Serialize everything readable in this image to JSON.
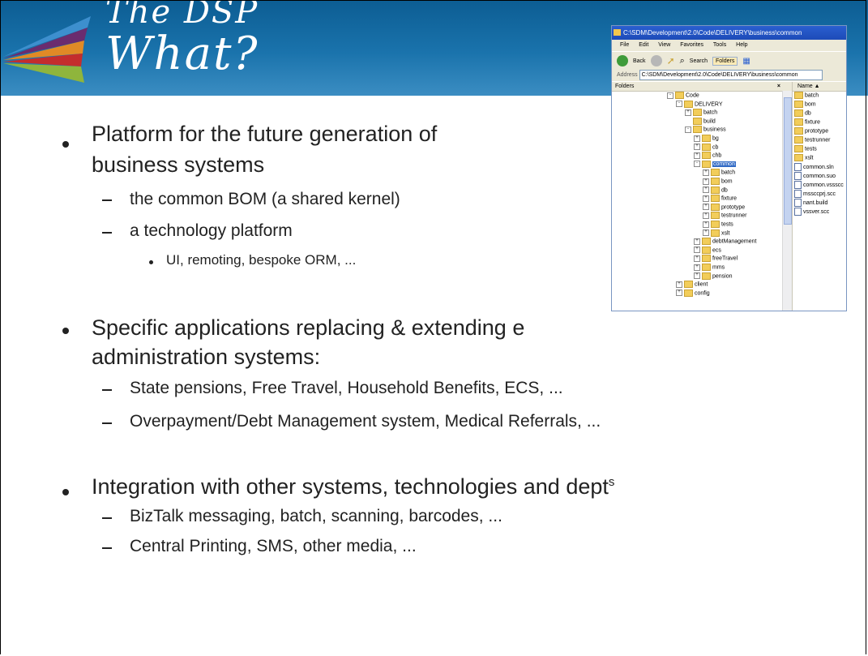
{
  "slide": {
    "title_line1": "The DSP",
    "title_line2": "What?",
    "bullets": [
      {
        "text_line1": "Platform for the future generation of",
        "text_line2": "business systems",
        "sub": [
          "the common BOM (a shared kernel)",
          "a technology platform"
        ],
        "subsub": [
          "UI, remoting, bespoke ORM, ..."
        ]
      },
      {
        "text_line1": "Specific applications replacing & extending e",
        "text_line2": "administration systems:",
        "sub": [
          "State pensions, Free Travel, Household Benefits, ECS, ...",
          "Overpayment/Debt Management system, Medical Referrals, ..."
        ]
      },
      {
        "text_line1": "Integration with other systems, technologies and dept",
        "superscript": "s",
        "sub": [
          "BizTalk messaging, batch, scanning, barcodes, ...",
          "Central Printing, SMS, other media, ..."
        ]
      }
    ]
  },
  "explorer": {
    "window_title": "C:\\SDM\\Development\\2.0\\Code\\DELIVERY\\business\\common",
    "menu": [
      "File",
      "Edit",
      "View",
      "Favorites",
      "Tools",
      "Help"
    ],
    "toolbar": {
      "back": "Back",
      "search": "Search",
      "folders": "Folders"
    },
    "address_label": "Address",
    "address_value": "C:\\SDM\\Development\\2.0\\Code\\DELIVERY\\business\\common",
    "folders_header": "Folders",
    "close_glyph": "×",
    "name_header": "Name ▲",
    "tree": [
      {
        "label": "Code",
        "pm": "-"
      },
      {
        "label": "DELIVERY",
        "pm": "-"
      },
      {
        "label": "batch",
        "pm": "+"
      },
      {
        "label": "build",
        "pm": ""
      },
      {
        "label": "business",
        "pm": "-"
      },
      {
        "label": "bg",
        "pm": "+"
      },
      {
        "label": "cb",
        "pm": "+"
      },
      {
        "label": "chb",
        "pm": "+"
      },
      {
        "label": "common",
        "pm": "-"
      },
      {
        "label": "batch",
        "pm": "+"
      },
      {
        "label": "bom",
        "pm": "+"
      },
      {
        "label": "db",
        "pm": "+"
      },
      {
        "label": "fixture",
        "pm": "+"
      },
      {
        "label": "prototype",
        "pm": "+"
      },
      {
        "label": "testrunner",
        "pm": "+"
      },
      {
        "label": "tests",
        "pm": "+"
      },
      {
        "label": "xslt",
        "pm": "+"
      },
      {
        "label": "debtManagement",
        "pm": "+"
      },
      {
        "label": "ecs",
        "pm": "+"
      },
      {
        "label": "freeTravel",
        "pm": "+"
      },
      {
        "label": "mms",
        "pm": "+"
      },
      {
        "label": "pension",
        "pm": "+"
      },
      {
        "label": "client",
        "pm": "+"
      },
      {
        "label": "config",
        "pm": "+"
      }
    ],
    "files": [
      {
        "name": "batch",
        "kind": "folder"
      },
      {
        "name": "bom",
        "kind": "folder"
      },
      {
        "name": "db",
        "kind": "folder"
      },
      {
        "name": "fixture",
        "kind": "folder"
      },
      {
        "name": "prototype",
        "kind": "folder"
      },
      {
        "name": "testrunner",
        "kind": "folder"
      },
      {
        "name": "tests",
        "kind": "folder"
      },
      {
        "name": "xslt",
        "kind": "folder"
      },
      {
        "name": "common.sln",
        "kind": "file"
      },
      {
        "name": "common.suo",
        "kind": "file"
      },
      {
        "name": "common.vssscc",
        "kind": "file"
      },
      {
        "name": "mssccprj.scc",
        "kind": "file"
      },
      {
        "name": "nant.build",
        "kind": "file"
      },
      {
        "name": "vssver.scc",
        "kind": "file"
      }
    ]
  }
}
